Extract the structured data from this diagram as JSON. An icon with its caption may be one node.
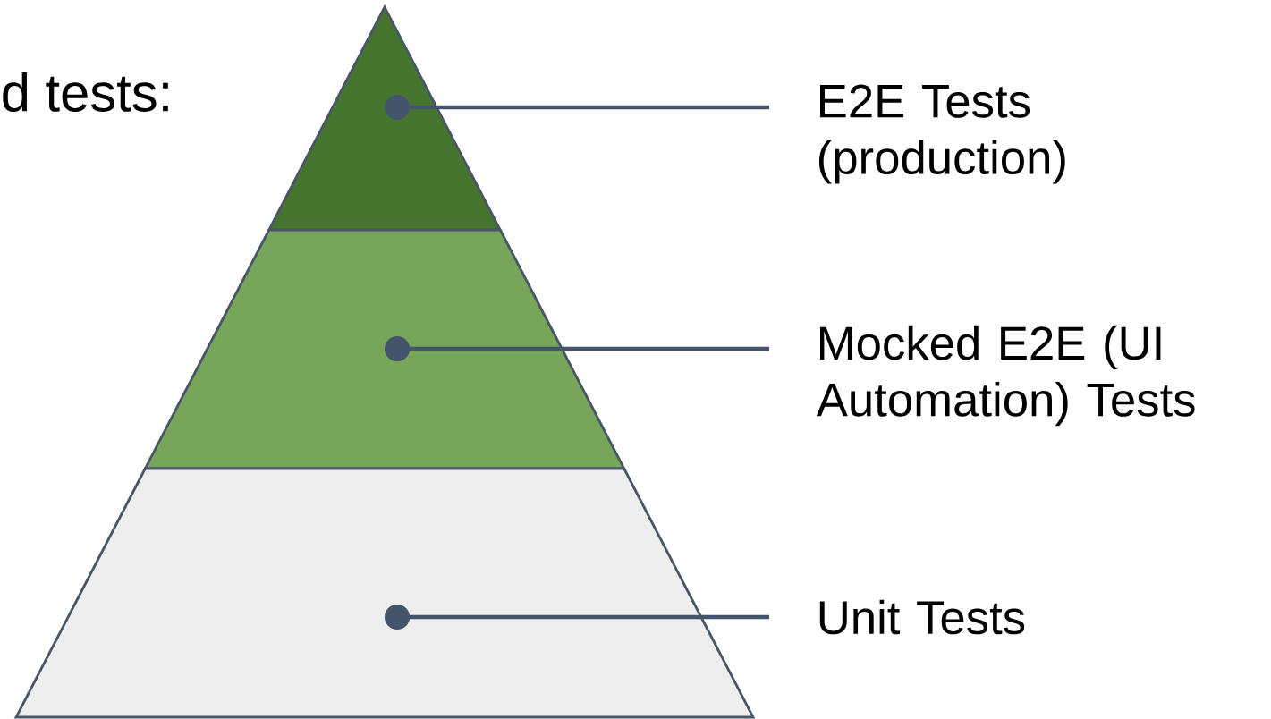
{
  "diagram": {
    "nodes": [
      {
        "text": [],
        "shape": "triangle"
      },
      {
        "text": [],
        "shape": "trapezoid"
      },
      {
        "text": [],
        "shape": "trapezoid"
      },
      {
        "text": [
          "E2E Tests (production)"
        ]
      },
      {
        "text": [
          "Mocked E2E (UI Automation) Tests"
        ]
      },
      {
        "text": [
          "Unit Tests"
        ]
      }
    ],
    "edges": [
      {
        "from": 3,
        "to": 0,
        "arrow": "other"
      },
      {
        "from": 4,
        "to": 1,
        "arrow": "other"
      },
      {
        "from": 5,
        "to": 2,
        "arrow": "other"
      }
    ],
    "labels": [
      "d tests:"
    ]
  }
}
